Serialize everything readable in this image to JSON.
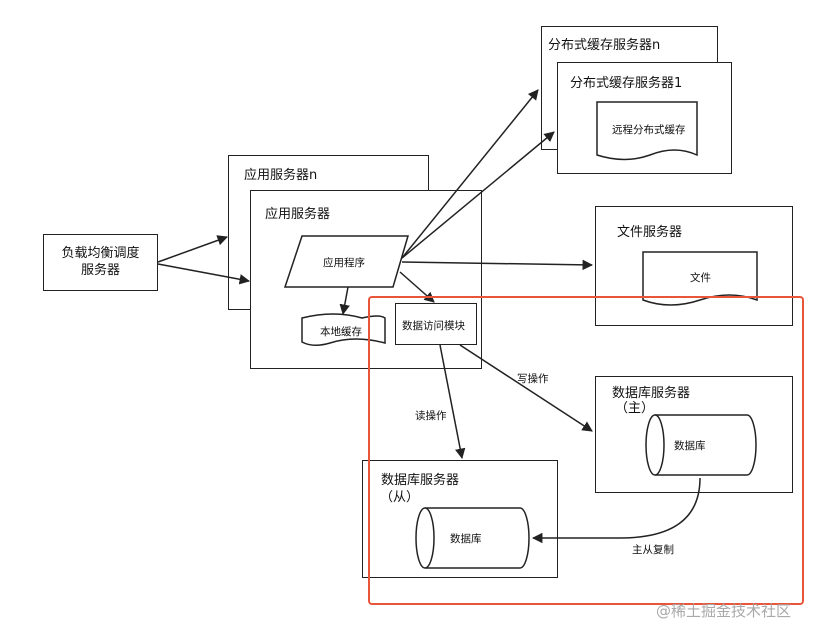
{
  "nodes": {
    "load_balancer": "负载均衡调度服务器",
    "app_server_n": "应用服务器n",
    "app_server": "应用服务器",
    "app_program": "应用程序",
    "local_cache": "本地缓存",
    "data_access": "数据访问模块",
    "cache_server_n": "分布式缓存服务器n",
    "cache_server_1": "分布式缓存服务器1",
    "remote_cache": "远程分布式缓存",
    "file_server": "文件服务器",
    "file": "文件",
    "db_master_title": "数据库服务器",
    "db_master_role": "（主）",
    "db_master_db": "数据库",
    "db_slave_title": "数据库服务器",
    "db_slave_role": "（从）",
    "db_slave_db": "数据库"
  },
  "edges": {
    "write_op": "写操作",
    "read_op": "读操作",
    "replication": "主从复制"
  },
  "watermark": "@稀土掘金技术社区",
  "colors": {
    "highlight": "#e8553b",
    "stroke": "#222222",
    "watermark": "#a9a9a9"
  }
}
